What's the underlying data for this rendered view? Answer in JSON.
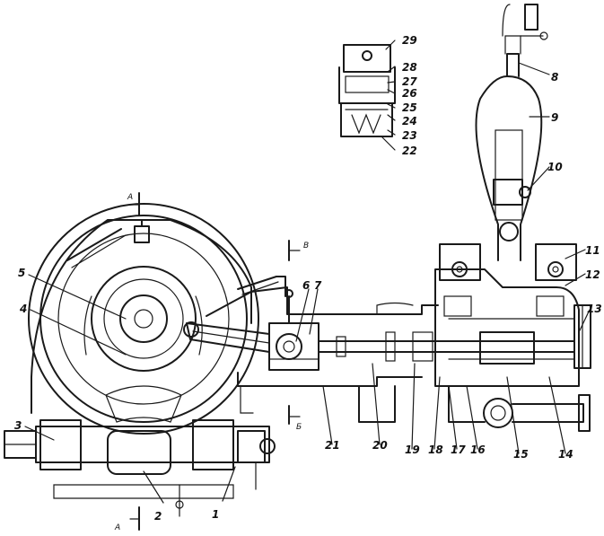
{
  "labels": [
    "1",
    "2",
    "3",
    "4",
    "5",
    "6",
    "7",
    "8",
    "9",
    "10",
    "11",
    "12",
    "13",
    "14",
    "15",
    "16",
    "17",
    "18",
    "19",
    "20",
    "21",
    "22",
    "23",
    "24",
    "25",
    "26",
    "27",
    "28",
    "29"
  ],
  "section_marks": {
    "A": "A",
    "B": "B",
    "V": "Б"
  },
  "colors": {
    "ink": "#1a1a1a",
    "paper": "#ffffff"
  }
}
